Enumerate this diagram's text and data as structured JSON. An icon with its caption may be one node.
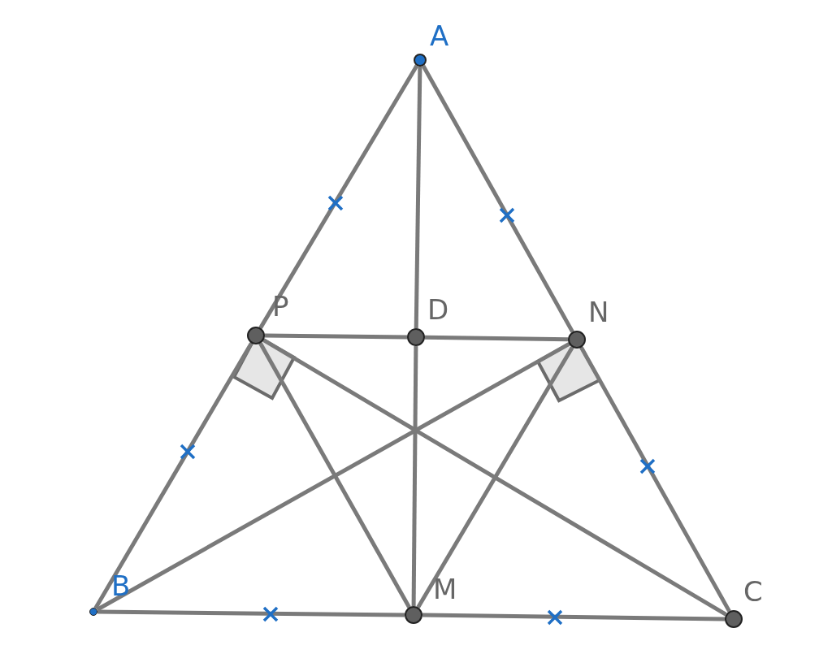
{
  "diagram": {
    "nodes": [
      {
        "text": [
          "A"
        ]
      },
      {
        "text": [
          "P"
        ]
      },
      {
        "text": [
          "D"
        ]
      },
      {
        "text": [
          "N"
        ]
      },
      {
        "text": [
          "B"
        ]
      },
      {
        "text": [
          "M"
        ]
      },
      {
        "text": [
          "C"
        ]
      }
    ],
    "edges": [
      {
        "from": 0,
        "to": 1,
        "arrow": "none"
      },
      {
        "from": 1,
        "to": 4,
        "arrow": "none"
      },
      {
        "from": 0,
        "to": 3,
        "arrow": "none"
      },
      {
        "from": 3,
        "to": 6,
        "arrow": "none"
      },
      {
        "from": 0,
        "to": 2,
        "arrow": "none"
      },
      {
        "from": 2,
        "to": 5,
        "arrow": "none"
      },
      {
        "from": 1,
        "to": 2,
        "arrow": "none"
      },
      {
        "from": 2,
        "to": 3,
        "arrow": "none"
      },
      {
        "from": 4,
        "to": 5,
        "arrow": "none"
      },
      {
        "from": 5,
        "to": 6,
        "arrow": "none"
      },
      {
        "from": 1,
        "to": 5,
        "arrow": "none"
      },
      {
        "from": 3,
        "to": 5,
        "arrow": "none"
      },
      {
        "from": 1,
        "to": 6,
        "arrow": "none"
      },
      {
        "from": 4,
        "to": 3,
        "arrow": "none"
      }
    ]
  }
}
